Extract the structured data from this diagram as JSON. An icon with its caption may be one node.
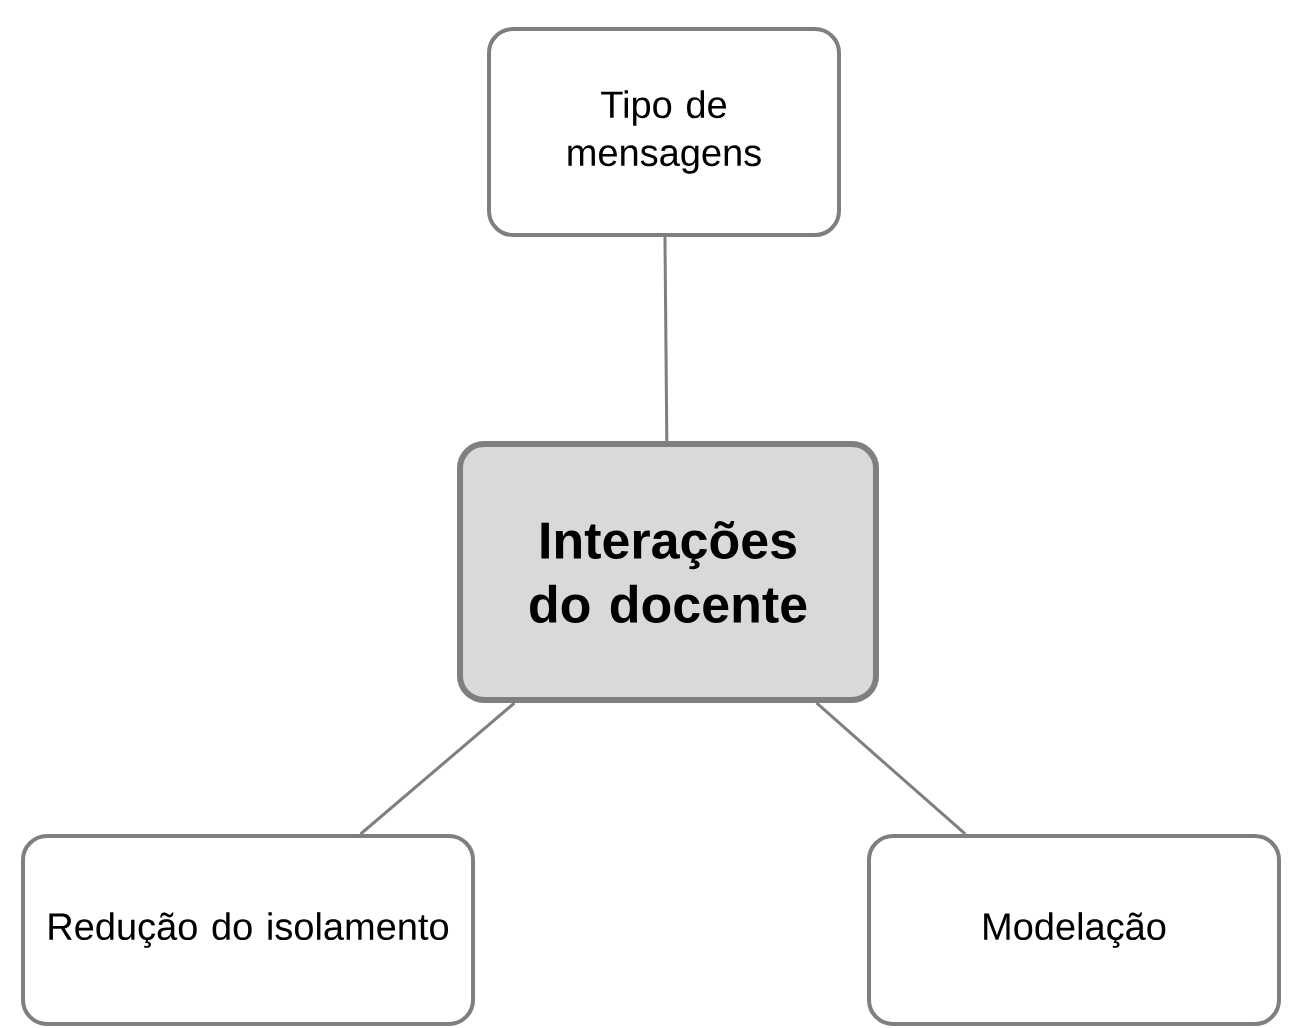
{
  "diagram": {
    "nodes": [
      {
        "text": [
          "Tipo de mensagens"
        ]
      },
      {
        "text": [
          "Interações do docente"
        ]
      },
      {
        "text": [
          "Redução do isolamento"
        ]
      },
      {
        "text": [
          "Modelação"
        ]
      }
    ],
    "edges": [
      {
        "from": 1,
        "to": 0,
        "arrow": "none"
      },
      {
        "from": 1,
        "to": 2,
        "arrow": "none"
      },
      {
        "from": 1,
        "to": 3,
        "arrow": "none"
      }
    ]
  }
}
